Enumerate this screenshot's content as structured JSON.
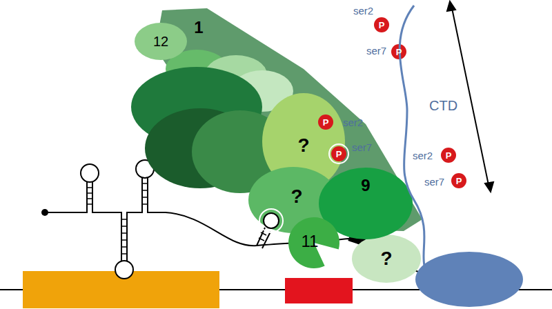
{
  "diagram": {
    "nodes": [
      {
        "text": [
          "1"
        ]
      },
      {
        "text": [
          "12"
        ]
      },
      {
        "text": [
          "P"
        ]
      },
      {
        "text": [
          "P"
        ]
      },
      {
        "text": [
          "?"
        ]
      },
      {
        "text": [
          "P"
        ]
      },
      {
        "text": [
          "P"
        ]
      },
      {
        "text": [
          "P"
        ]
      },
      {
        "text": [
          "P"
        ]
      },
      {
        "text": [
          "?"
        ]
      },
      {
        "text": [
          "9"
        ]
      },
      {
        "text": [
          "11"
        ]
      },
      {
        "text": [
          "?"
        ]
      }
    ],
    "labels": [
      "ser2",
      "ser7",
      "CTD",
      "ser2",
      "ser7",
      "ser2",
      "ser7"
    ]
  }
}
